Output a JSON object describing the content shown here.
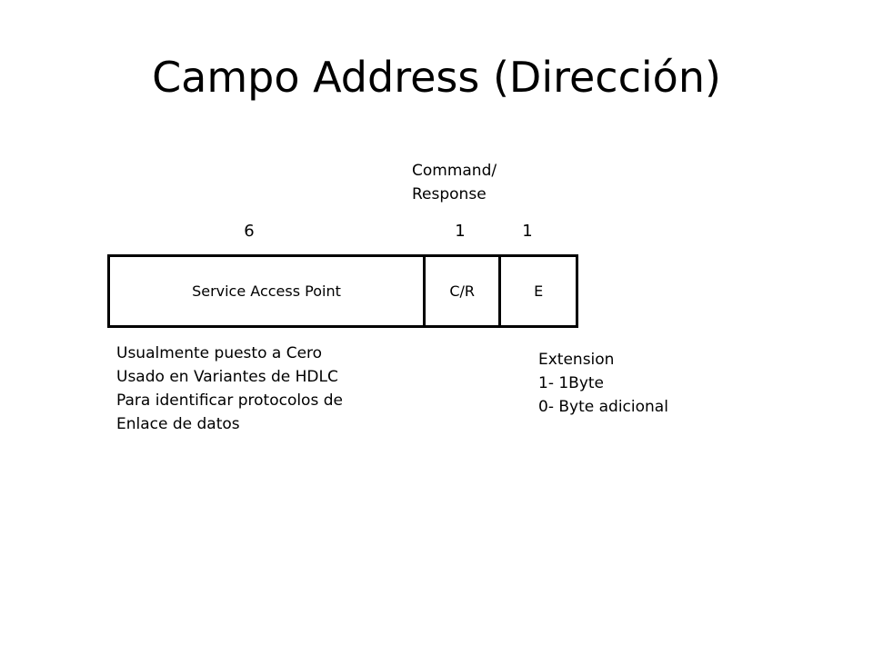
{
  "title": "Campo Address (Dirección)",
  "command_response_label": [
    "Command/",
    "Response"
  ],
  "bit_widths": {
    "sap": "6",
    "cr": "1",
    "e": "1"
  },
  "fields": {
    "sap": "Service Access Point",
    "cr": "C/R",
    "e": "E"
  },
  "descriptions": {
    "sap": [
      "Usualmente puesto a Cero",
      "Usado en Variantes de HDLC",
      "Para identificar protocolos de",
      "Enlace de datos"
    ],
    "e": [
      "Extension",
      "1- 1Byte",
      "0- Byte adicional"
    ]
  }
}
